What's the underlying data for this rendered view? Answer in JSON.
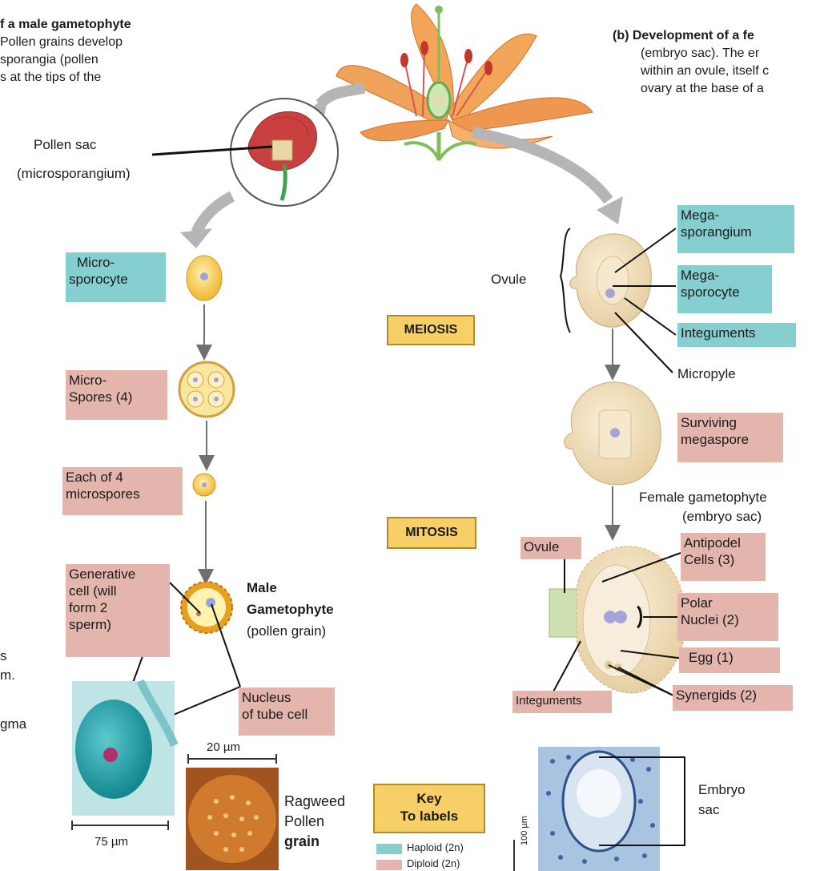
{
  "intro_left": {
    "line1": "f a male gametophyte",
    "line2": "Pollen grains develop",
    "line3": "sporangia (pollen",
    "line4": "s at the tips of the"
  },
  "intro_right": {
    "line1": "(b) Development of a fe",
    "line2": "(embryo sac). The er",
    "line3": "within an ovule, itself c",
    "line4": "ovary at the base of a"
  },
  "left_edge": {
    "a": "s",
    "b": "m.",
    "c": "gma"
  },
  "labels": {
    "pollen_sac": "Pollen sac",
    "microsporangium": "(microsporangium)",
    "microsporocyte_1": "Micro-",
    "microsporocyte_2": "sporocyte",
    "microspores_1": "Micro-",
    "microspores_2": "Spores (4)",
    "each_1": "Each of 4",
    "each_2": "microspores",
    "generative_1": "Generative",
    "generative_2": "cell (will",
    "generative_3": "form 2",
    "generative_4": "sperm)",
    "male_1": "Male",
    "male_2": "Gametophyte",
    "male_3": "(pollen grain)",
    "nucleus_1": "Nucleus",
    "nucleus_2": "of tube cell",
    "scale_20": "20 µm",
    "scale_75": "75 µm",
    "ragweed_1": "Ragweed",
    "ragweed_2": "Pollen",
    "ragweed_3": "grain",
    "meiosis": "MEIOSIS",
    "mitosis": "MITOSIS",
    "ovule": "Ovule",
    "megasporangium_1": "Mega-",
    "megasporangium_2": "sporangium",
    "megasporocyte_1": "Mega-",
    "megasporocyte_2": "sporocyte",
    "integuments": "Integuments",
    "micropyle": "Micropyle",
    "surviving_1": "Surviving",
    "surviving_2": "megaspore",
    "female_1": "Female gametophyte",
    "female_2": "(embryo sac)",
    "ovule_2": "Ovule",
    "antipodal_1": "Antipodel",
    "antipodal_2": "Cells (3)",
    "polar_1": "Polar",
    "polar_2": "Nuclei (2)",
    "egg": "Egg (1)",
    "integuments_2": "Integuments",
    "synergids": "Synergids (2)",
    "embryo_1": "Embryo",
    "embryo_2": "sac",
    "scale_100": "100 µm"
  },
  "key": {
    "title_1": "Key",
    "title_2": "To labels",
    "haploid": "Haploid (2n)",
    "diploid": "Diploid (2n)"
  },
  "colors": {
    "haploid": "#86cfd0",
    "diploid": "#e3b5ac",
    "process_box": "#f6cf66",
    "petal": "#f09a4c",
    "cell": "#f3e2c3"
  }
}
